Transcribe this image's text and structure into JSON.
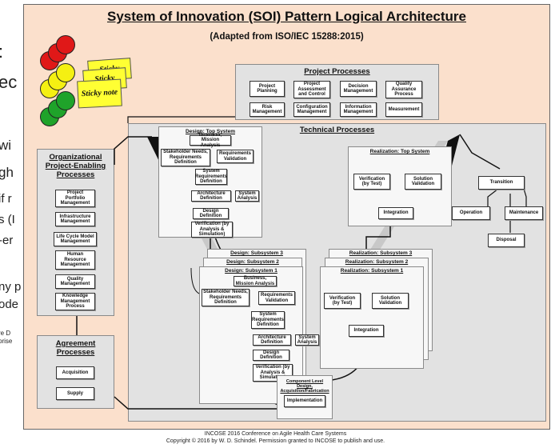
{
  "background_slide": {
    "fragments": [
      ":",
      "ec",
      "wi",
      "gh",
      "if r",
      "s (I",
      "-er",
      "ny p",
      "ode",
      "re D",
      "prise"
    ]
  },
  "title": "System of Innovation (SOI) Pattern Logical Architecture",
  "subtitle": "(Adapted from ISO/IEC 15288:2015)",
  "sticky_notes": [
    "Sticky",
    "Sticky",
    "Sticky note"
  ],
  "project_processes": {
    "title": "Project Processes",
    "boxes": [
      "Project Planning",
      "Project Assessment and Control",
      "Decision Management",
      "Quality Assurance Process",
      "Risk Management",
      "Configuration Management",
      "Information Management",
      "Measurement"
    ]
  },
  "technical_processes": {
    "title": "Technical Processes"
  },
  "organizational": {
    "title": "Organizational Project-Enabling Processes",
    "boxes": [
      "Project Portfolio Management",
      "Infrastructure Management",
      "Life Cycle Model Management",
      "Human Resource Management",
      "Quality Management",
      "Knowledge Management Process"
    ]
  },
  "agreement": {
    "title": "Agreement Processes",
    "boxes": [
      "Acquisition",
      "Supply"
    ]
  },
  "design_top": {
    "title": "Design: Top System",
    "boxes": [
      "Business, Mission Analysis",
      "Stakeholder Needs, Requirements Definition",
      "Requirements Validation",
      "System Requirements Definition",
      "Architecture Definition",
      "System Analysis",
      "Design Definition",
      "Verification (by Analysis & Simulation)"
    ]
  },
  "design_subsystems": {
    "title3": "Design: Subsystem 3",
    "title2": "Design: Subsystem 2",
    "title1": "Design: Subsystem 1",
    "boxes": [
      "Business, Mission Analysis",
      "Stakeholder Needs, Requirements Definition",
      "Requirements Validation",
      "System Requirements Definition",
      "Architecture Definition",
      "System Analysis",
      "Design Definition",
      "Verification (by Analysis & Simulation)"
    ]
  },
  "realization_top": {
    "title": "Realization: Top System",
    "boxes": [
      "Verification (by Test)",
      "Solution Validation",
      "Integration"
    ]
  },
  "realization_subsystems": {
    "title3": "Realization: Subsystem 3",
    "title2": "Realization: Subsystem 2",
    "title1": "Realization: Subsystem 1",
    "boxes": [
      "Verification (by Test)",
      "Solution Validation",
      "Integration"
    ]
  },
  "component_level": {
    "title": "Component Level Design, Acquisition/Fabrication",
    "box": "Implementation"
  },
  "lifecycle": {
    "boxes": [
      "Transition",
      "Operation",
      "Maintenance",
      "Disposal"
    ]
  },
  "footer": {
    "line1": "INCOSE 2016 Conference on Agile Health Care Systems",
    "line2": "Copyright © 2016 by W. D. Schindel.  Permission granted to INCOSE to publish and use."
  },
  "colors": {
    "slide_bg": "#fbe0cc",
    "panel_gray": "#e2e2e2",
    "sticky": "#ffff33",
    "traffic_red": "#e01818",
    "traffic_yellow": "#f5f012",
    "traffic_green": "#1fa32a"
  }
}
